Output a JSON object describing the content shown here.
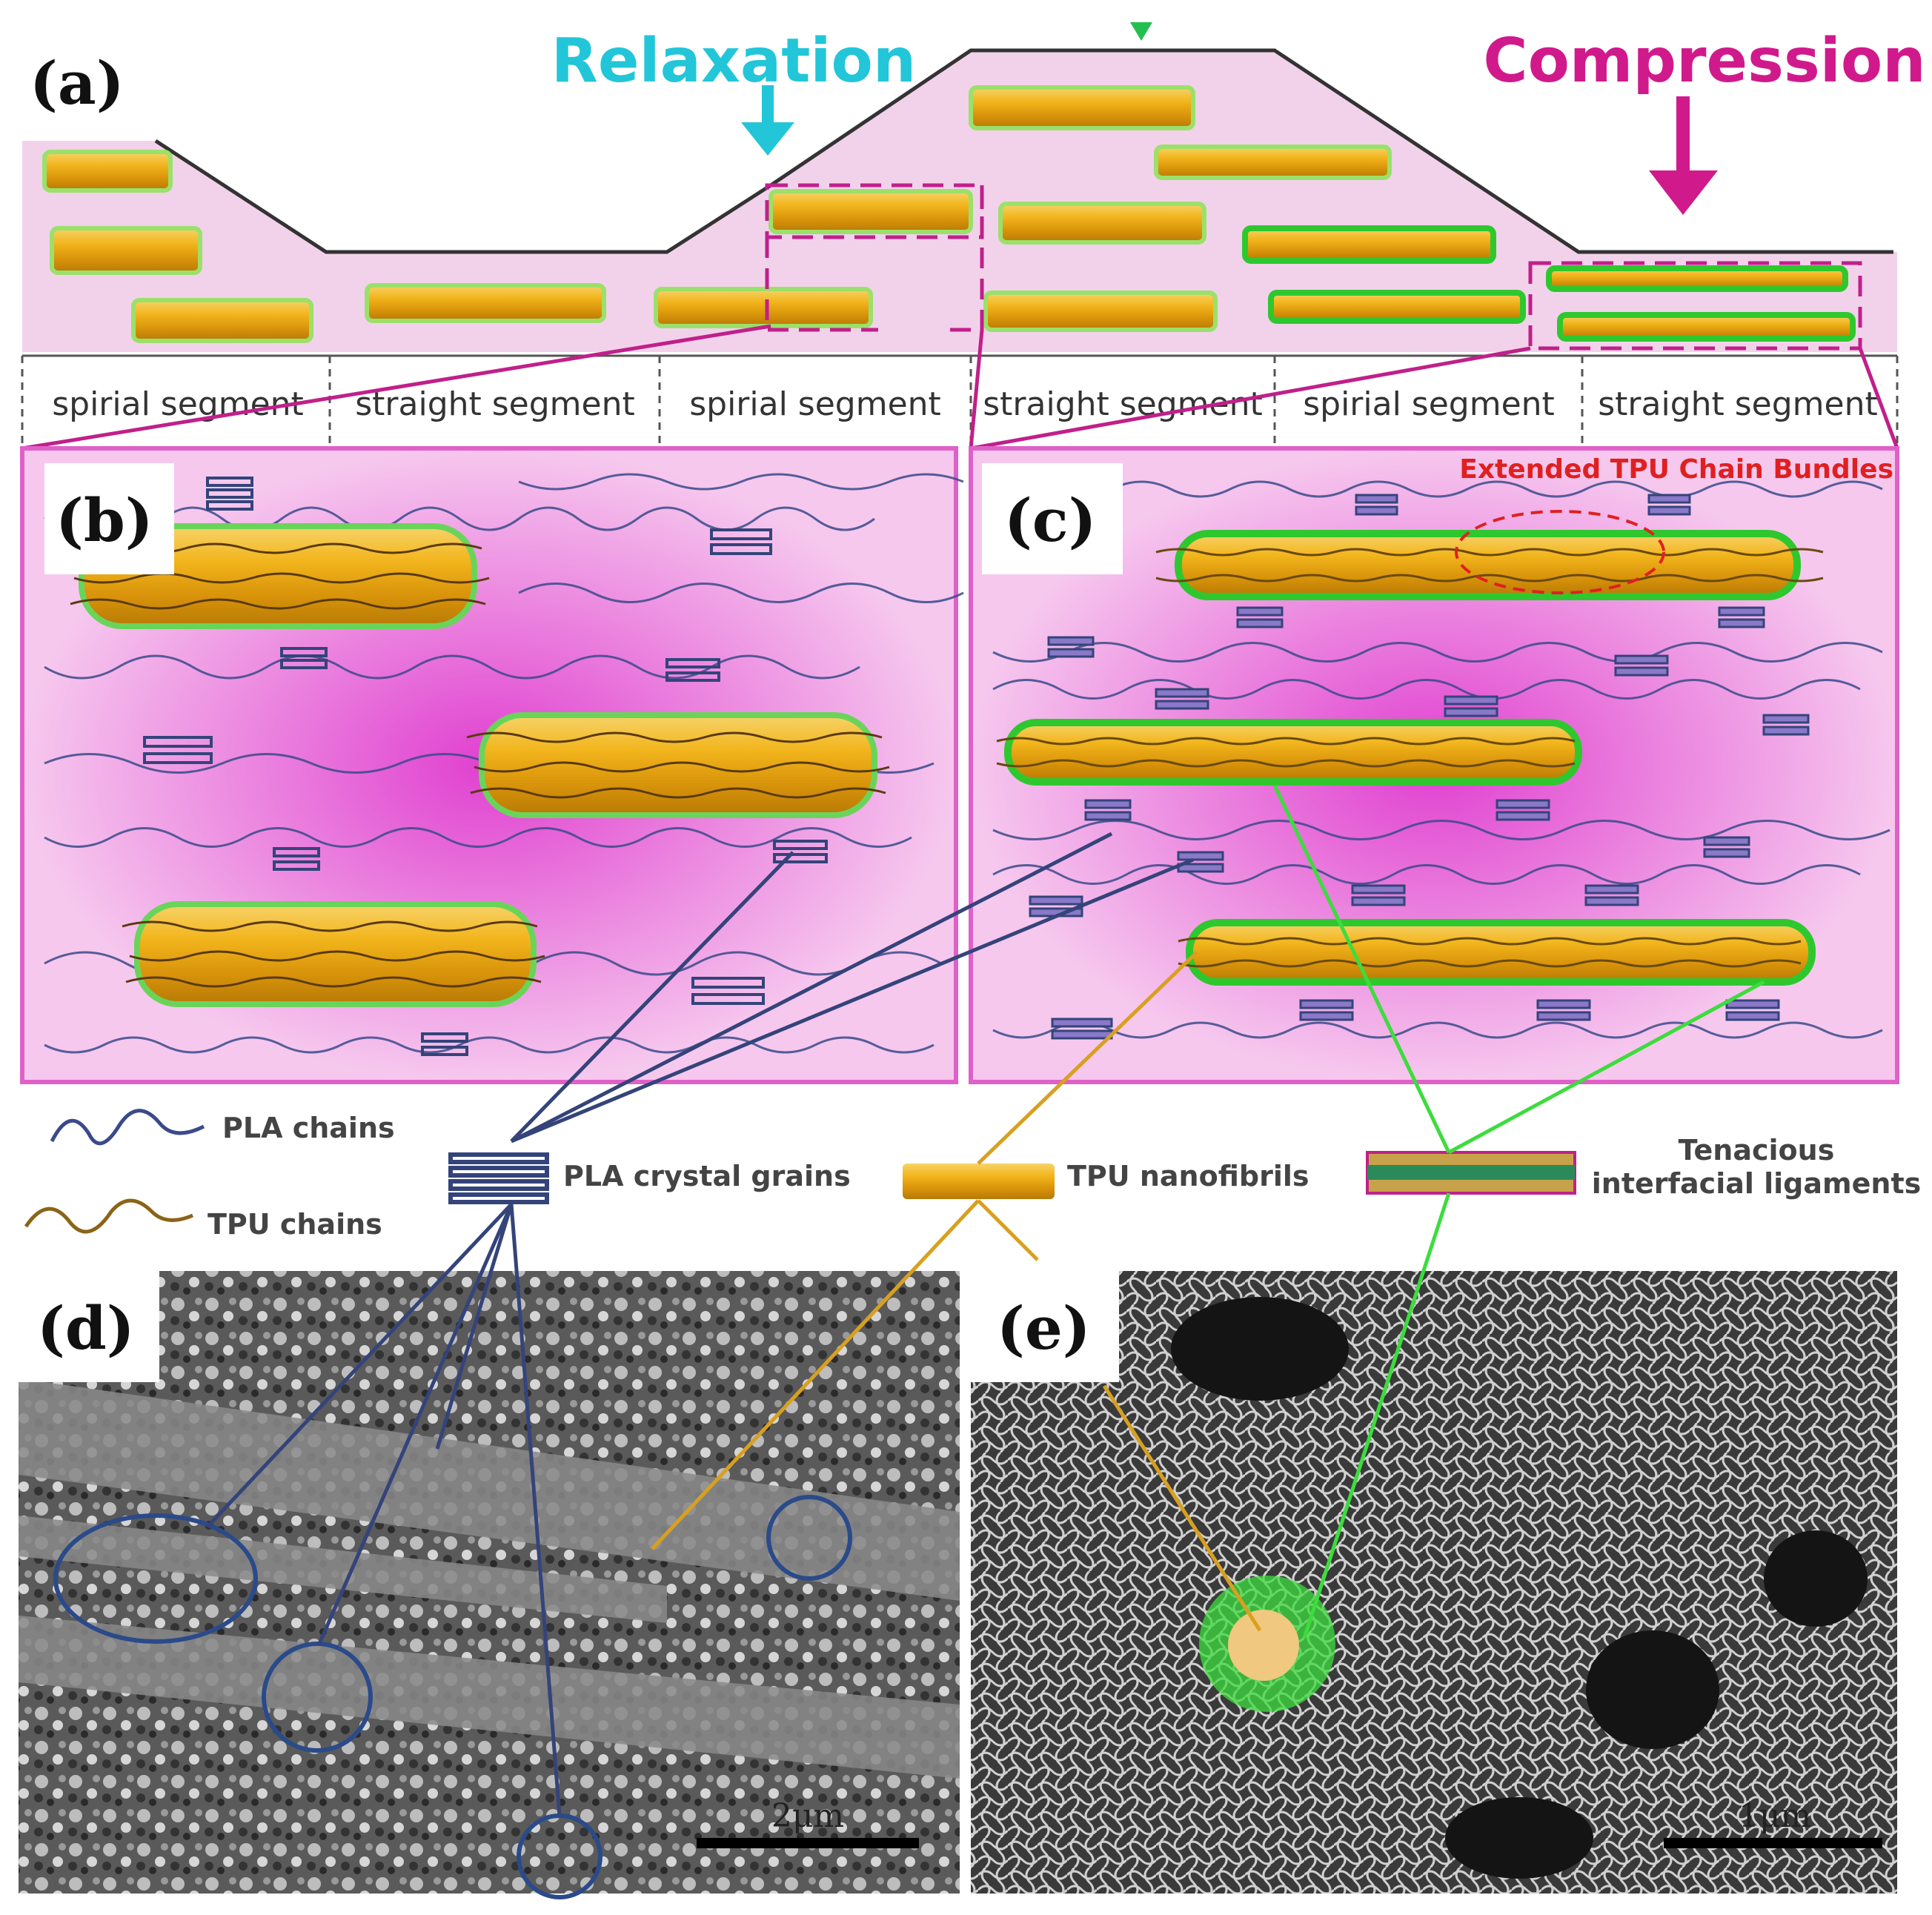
{
  "panels": {
    "a": "(a)",
    "b": "(b)",
    "c": "(c)",
    "d": "(d)",
    "e": "(e)"
  },
  "top": {
    "relaxation": "Relaxation",
    "compression": "Compression"
  },
  "segments": [
    "spirial segment",
    "straight segment",
    "spirial segment",
    "straight segment",
    "spirial segment",
    "straight segment"
  ],
  "annotation_c": "Extended TPU Chain Bundles",
  "legend": {
    "pla_chains": "PLA chains",
    "tpu_chains": "TPU chains",
    "pla_grains": "PLA crystal grains",
    "tpu_fibrils": "TPU nanofibrils",
    "ligaments_1": "Tenacious",
    "ligaments_2": "interfacial ligaments"
  },
  "scalebars": {
    "d": "2μm",
    "e": "1μm"
  },
  "colors": {
    "relax": "#22c6d8",
    "compress": "#d01a8c",
    "fibril": "#e8a70a",
    "ligament": "#3ddc3d",
    "crystal": "#34447a"
  }
}
